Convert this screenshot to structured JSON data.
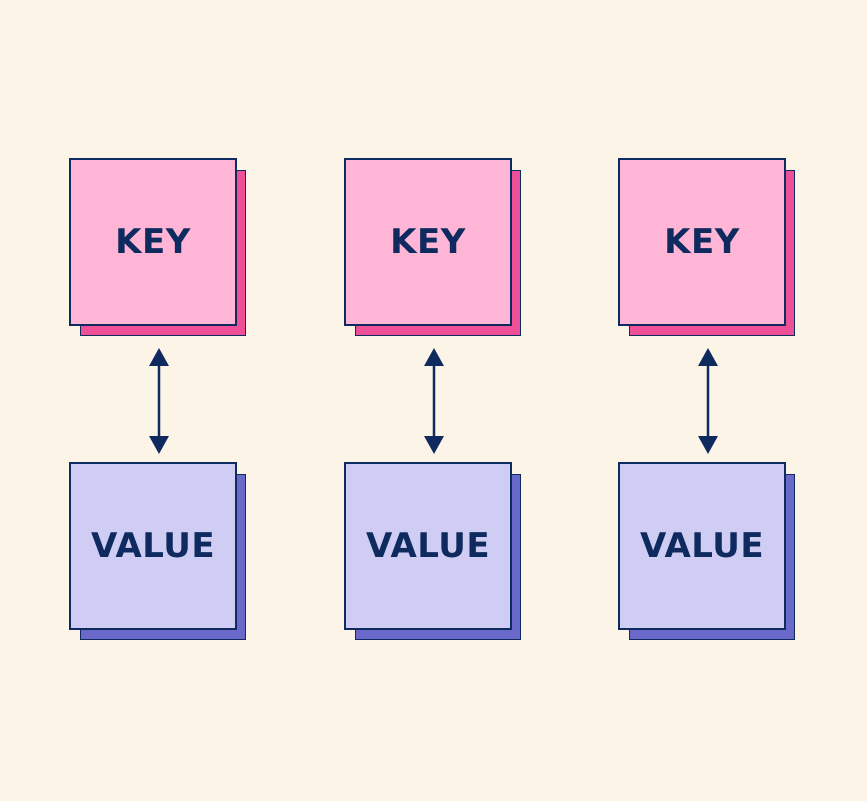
{
  "diagram": {
    "pairs": [
      {
        "key_label": "KEY",
        "value_label": "VALUE"
      },
      {
        "key_label": "KEY",
        "value_label": "VALUE"
      },
      {
        "key_label": "KEY",
        "value_label": "VALUE"
      }
    ]
  },
  "colors": {
    "background": "#fdf4e8",
    "key_fill": "#ffb5d6",
    "key_shadow": "#ee4f96",
    "value_fill": "#d0cdf4",
    "value_shadow": "#6a69c9",
    "outline_and_text": "#0f2a5e"
  }
}
